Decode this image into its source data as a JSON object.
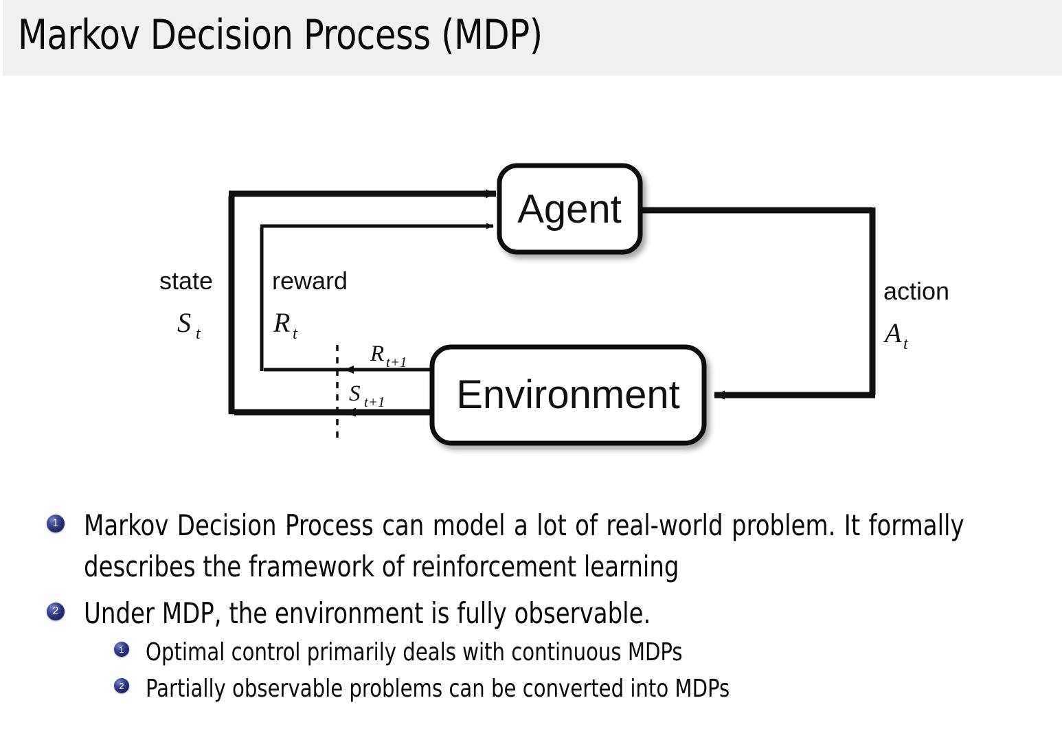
{
  "header": {
    "title": "Markov Decision Process (MDP)",
    "band_color": "#f0f0f0"
  },
  "diagram": {
    "name": "agent-environment-interaction-loop",
    "nodes": {
      "agent": "Agent",
      "environment": "Environment"
    },
    "edge_labels": {
      "state_word": "state",
      "state_sym": "S",
      "state_sub": "t",
      "reward_word": "reward",
      "reward_sym": "R",
      "reward_sub": "t",
      "action_word": "action",
      "action_sym": "A",
      "action_sub": "t",
      "reward_next_sym": "R",
      "reward_next_sub": "t+1",
      "state_next_sym": "S",
      "state_next_sub": "t+1"
    },
    "stroke_color": "#111111"
  },
  "body": {
    "marker_color": "#232a6e",
    "items": [
      {
        "number": "1",
        "level": 1,
        "text": "Markov Decision Process can model a lot of real-world problem. It formally describes the framework of reinforcement learning"
      },
      {
        "number": "2",
        "level": 1,
        "text": "Under MDP, the environment is fully observable."
      },
      {
        "number": "1",
        "level": 2,
        "text": "Optimal control primarily deals with continuous MDPs"
      },
      {
        "number": "2",
        "level": 2,
        "text": "Partially observable problems can be converted into MDPs"
      }
    ]
  }
}
